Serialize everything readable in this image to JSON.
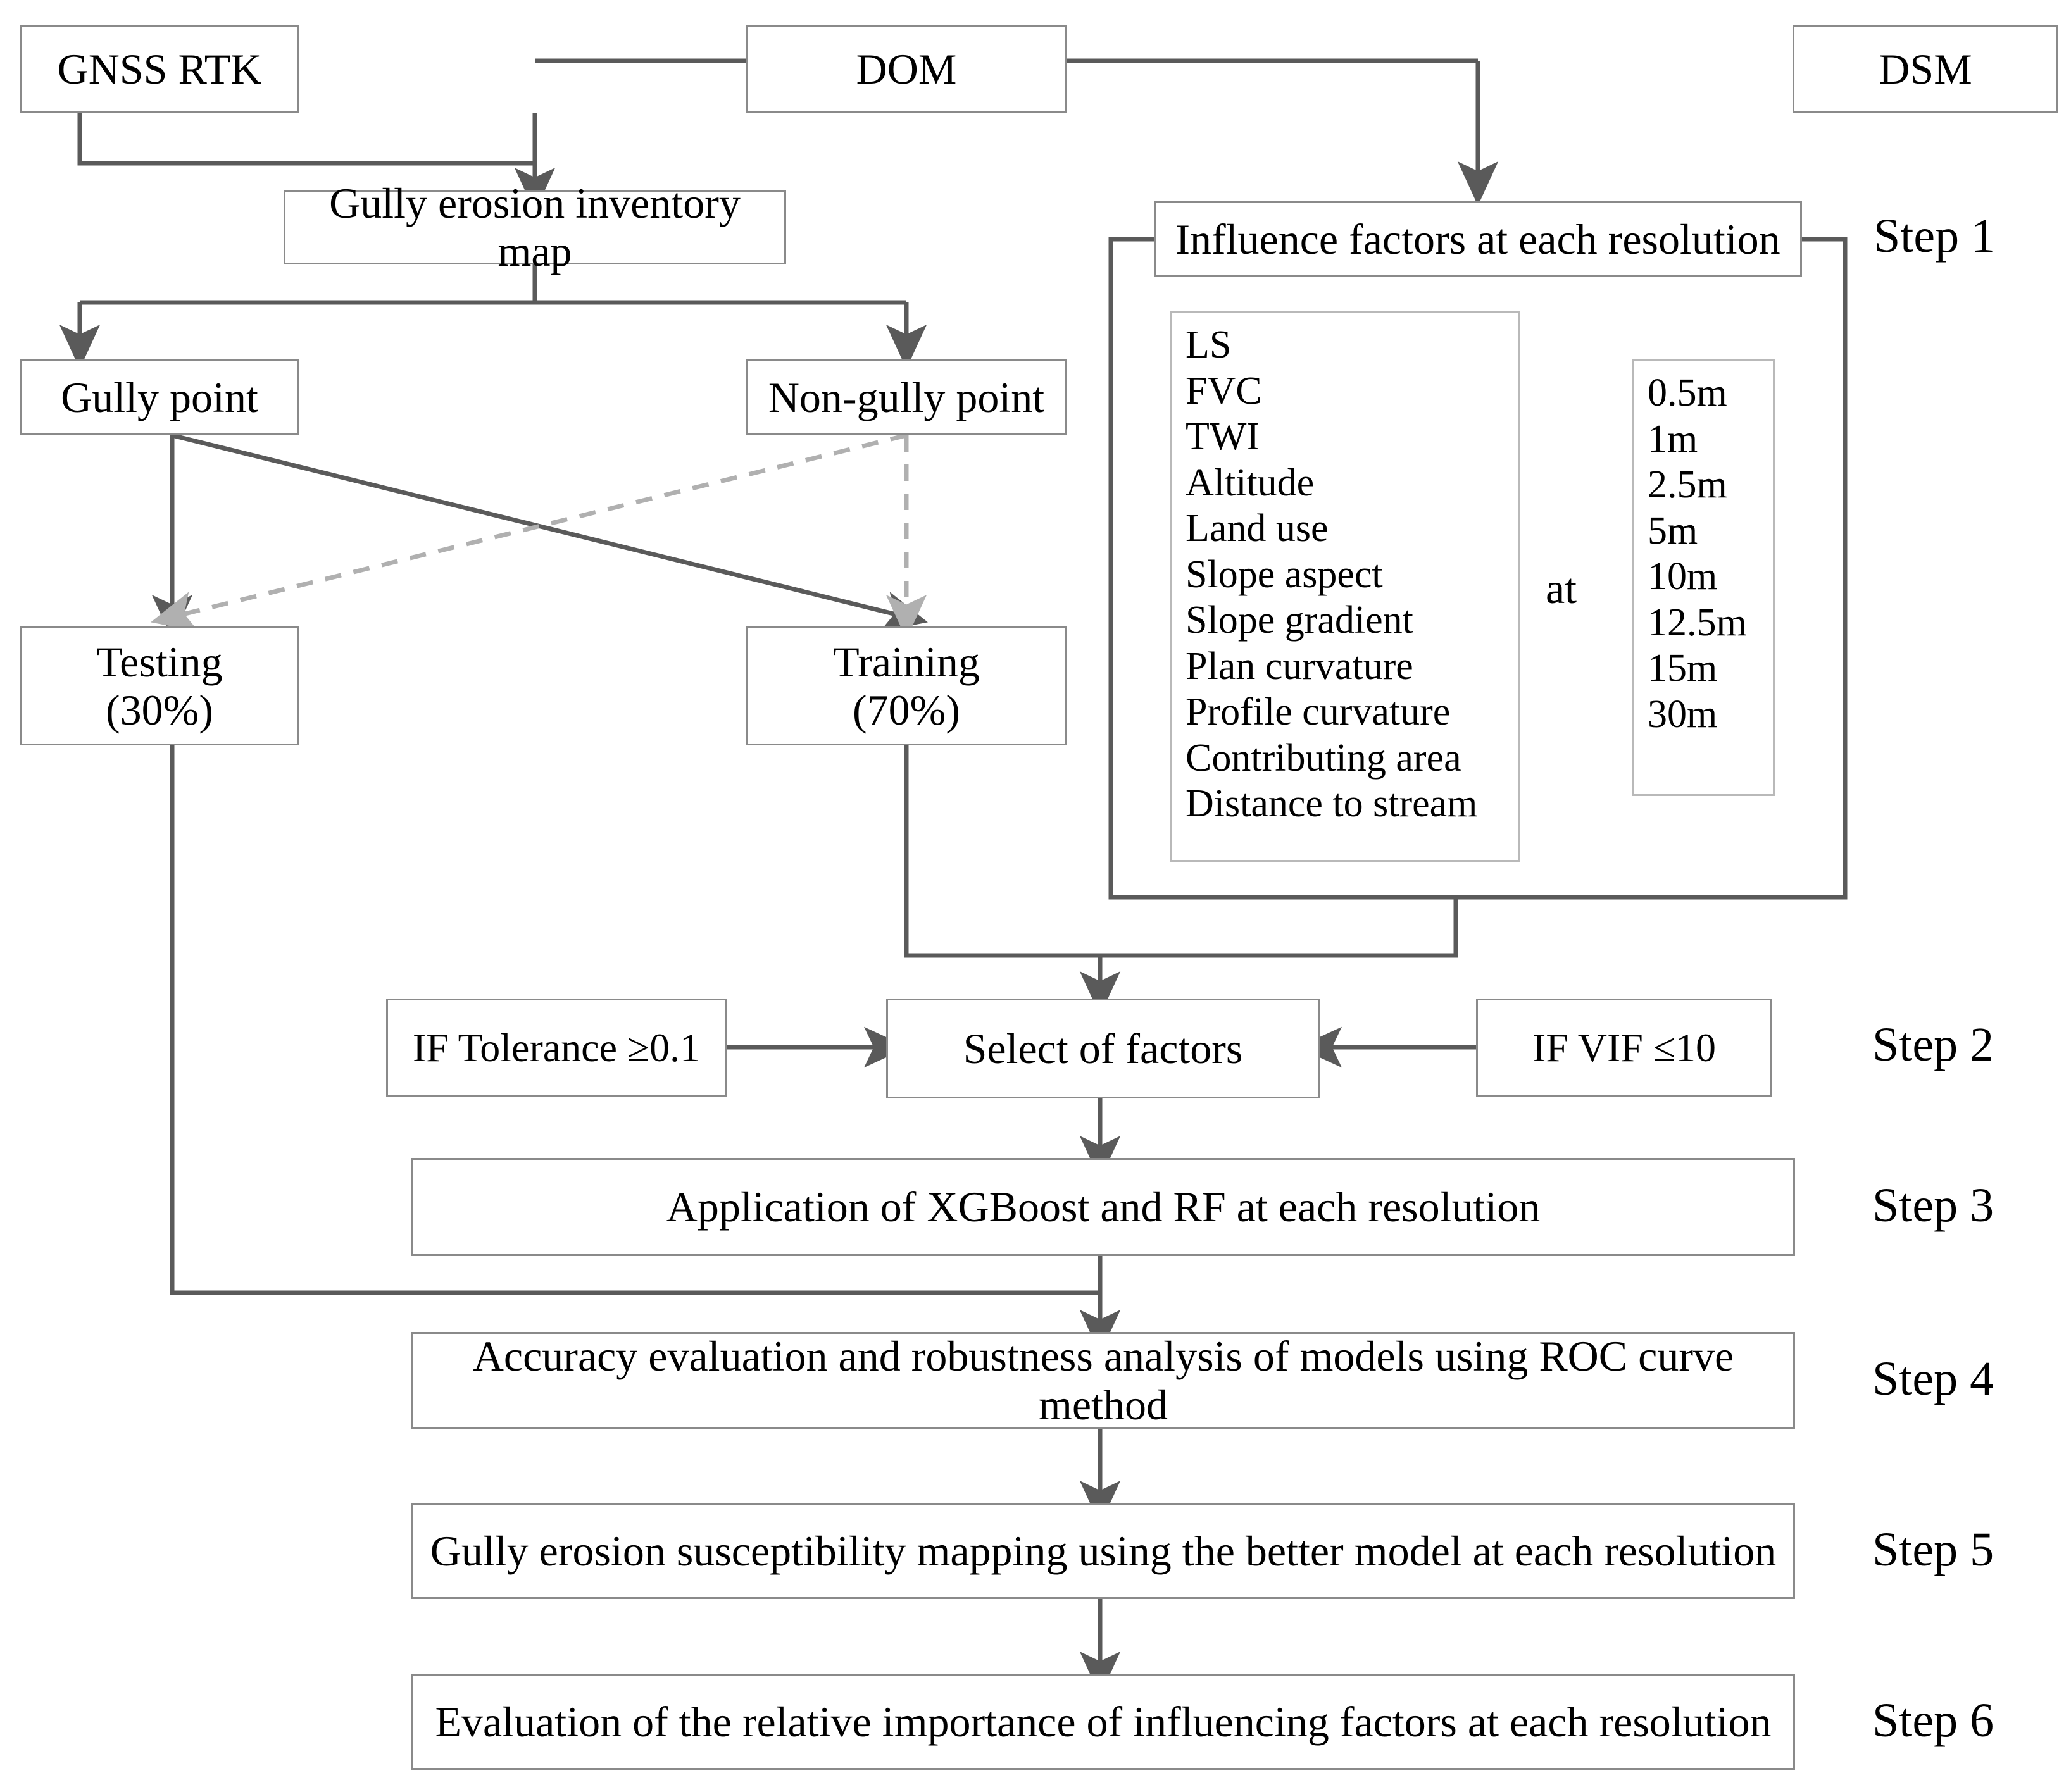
{
  "diagram": {
    "title": "Gully erosion susceptibility modelling workflow",
    "nodes": {
      "gnss_rtk": "GNSS RTK",
      "dom": "DOM",
      "dsm": "DSM",
      "inventory_map": "Gully erosion inventory map",
      "gully_point": "Gully point",
      "non_gully_point": "Non-gully point",
      "testing_line1": "Testing",
      "testing_line2": "(30%)",
      "training_line1": "Training",
      "training_line2": "(70%)",
      "influence_factors": "Influence factors at each resolution",
      "at_label": "at",
      "if_tolerance": "IF Tolerance ≥0.1",
      "select_of_factors": "Select of factors",
      "if_vif": "IF VIF ≤10",
      "step3_box": "Application of XGBoost and RF at each resolution",
      "step4_box": "Accuracy evaluation and robustness analysis of models using ROC curve method",
      "step5_box": "Gully erosion susceptibility mapping using the better model at each resolution",
      "step6_box": "Evaluation of the relative importance of influencing factors at each resolution"
    },
    "factors": [
      "LS",
      "FVC",
      "TWI",
      "Altitude",
      "Land use",
      "Slope aspect",
      "Slope gradient",
      "Plan curvature",
      "Profile curvature",
      "Contributing area",
      "Distance to stream"
    ],
    "resolutions": [
      "0.5m",
      "1m",
      "2.5m",
      "5m",
      "10m",
      "12.5m",
      "15m",
      "30m"
    ],
    "steps": [
      "Step 1",
      "Step 2",
      "Step 3",
      "Step 4",
      "Step 5",
      "Step 6"
    ],
    "colors": {
      "box_border": "#8a8a8a",
      "inner_box_border": "#b9b9b9",
      "connector_solid": "#5a5a5a",
      "connector_dashed": "#a8a8a8",
      "text": "#000000",
      "background": "#ffffff"
    }
  }
}
